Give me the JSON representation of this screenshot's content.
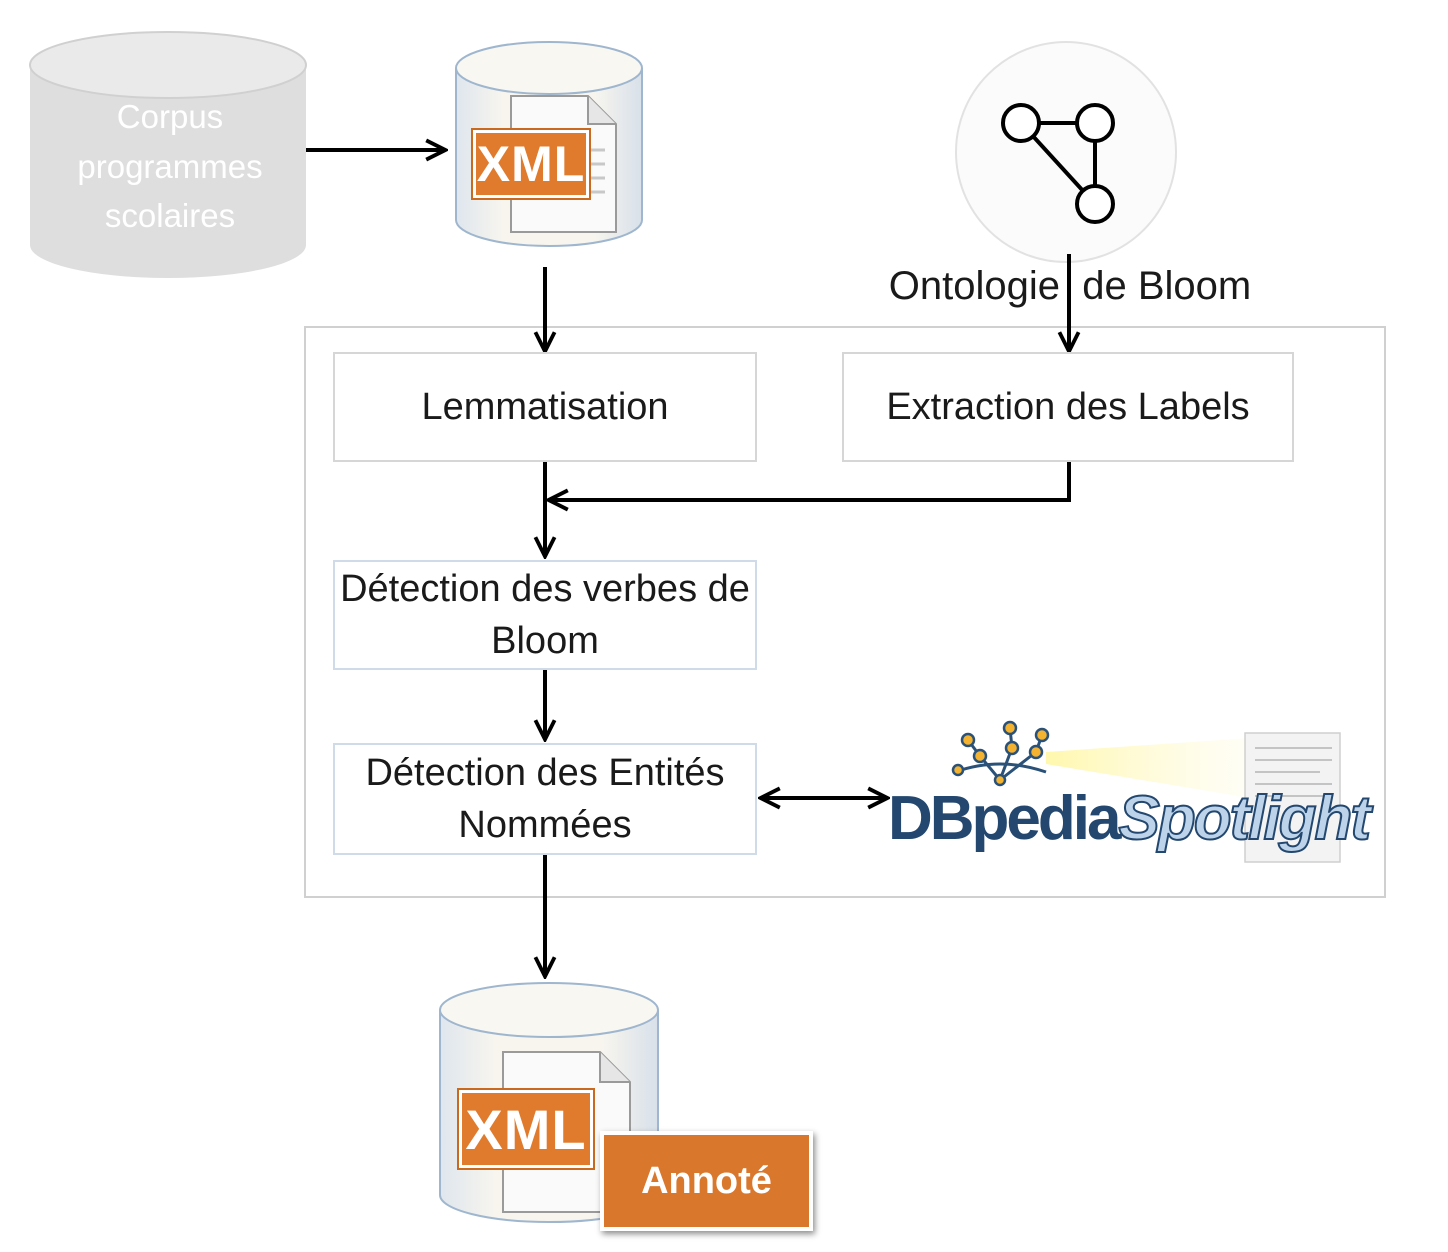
{
  "corpus": {
    "label": "Corpus programmes scolaires"
  },
  "xml_input": {
    "tag": "XML"
  },
  "ontology": {
    "label": "Ontologie  de Bloom"
  },
  "steps": {
    "lemmatisation": "Lemmatisation",
    "extraction": "Extraction des Labels",
    "verbes": "Détection des verbes de Bloom",
    "entites": "Détection des Entités Nommées"
  },
  "dbpedia": {
    "part1": "DBpedia",
    "part2": "Spotlight"
  },
  "output": {
    "tag": "XML",
    "badge": "Annoté"
  },
  "colors": {
    "xml_orange": "#e07b2e",
    "cylinder_body": "#f4f1e8",
    "cylinder_edge": "#9fb6cf",
    "corpus_gray": "#dcdcdc",
    "dbpedia_blue": "#23476e"
  }
}
